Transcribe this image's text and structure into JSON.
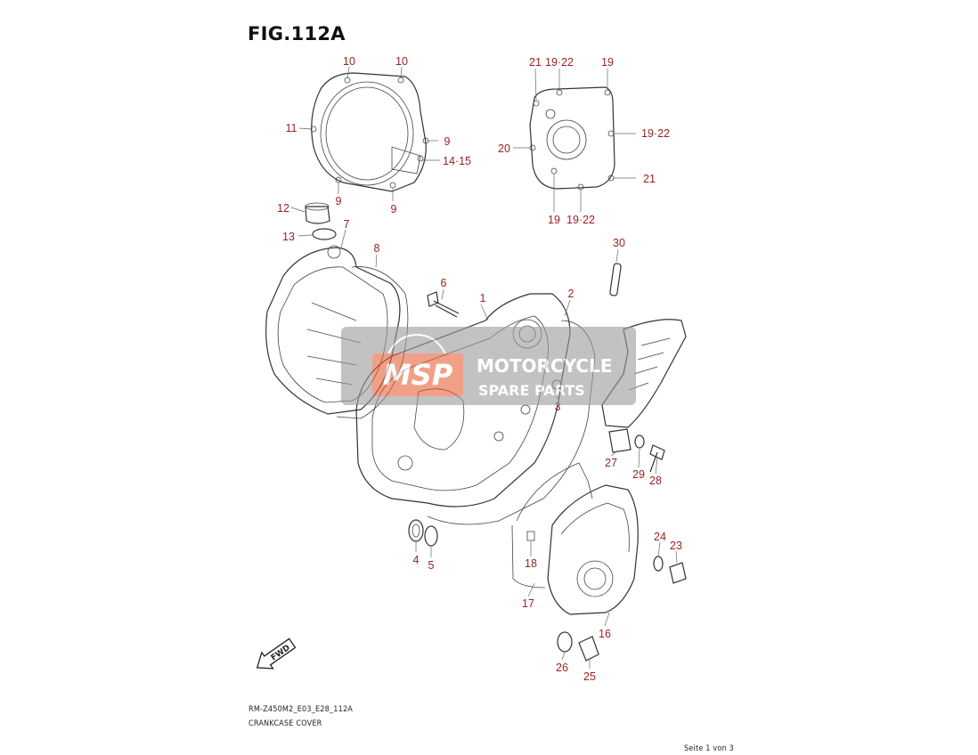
{
  "figure": {
    "title": "FIG.112A"
  },
  "footer": {
    "code": "RM-Z450M2_E03_E28_112A",
    "name": "CRANKCASE COVER",
    "page": "Seite 1 von 3"
  },
  "watermark": {
    "logo_text": "MSP",
    "line1": "MOTORCYCLE",
    "line2": "SPARE PARTS",
    "accent_color": "#e8623a",
    "band_color": "#9a9a9a"
  },
  "direction_arrow": {
    "label": "FWD"
  },
  "callouts": {
    "c10a": "10",
    "c10b": "10",
    "c11": "11",
    "c9a": "9",
    "c1415": "14·15",
    "c9b": "9",
    "c9c": "9",
    "c21a": "21",
    "c1922a": "19·22",
    "c19a": "19",
    "c20": "20",
    "c1922b": "19·22",
    "c21b": "21",
    "c19b": "19",
    "c1922c": "19·22",
    "c12": "12",
    "c13": "13",
    "c7": "7",
    "c8": "8",
    "c6": "6",
    "c1": "1",
    "c2": "2",
    "c3": "3",
    "c30": "30",
    "c27": "27",
    "c29": "29",
    "c28": "28",
    "c4": "4",
    "c5": "5",
    "c24": "24",
    "c23": "23",
    "c18": "18",
    "c17": "17",
    "c16": "16",
    "c26": "26",
    "c25": "25"
  }
}
